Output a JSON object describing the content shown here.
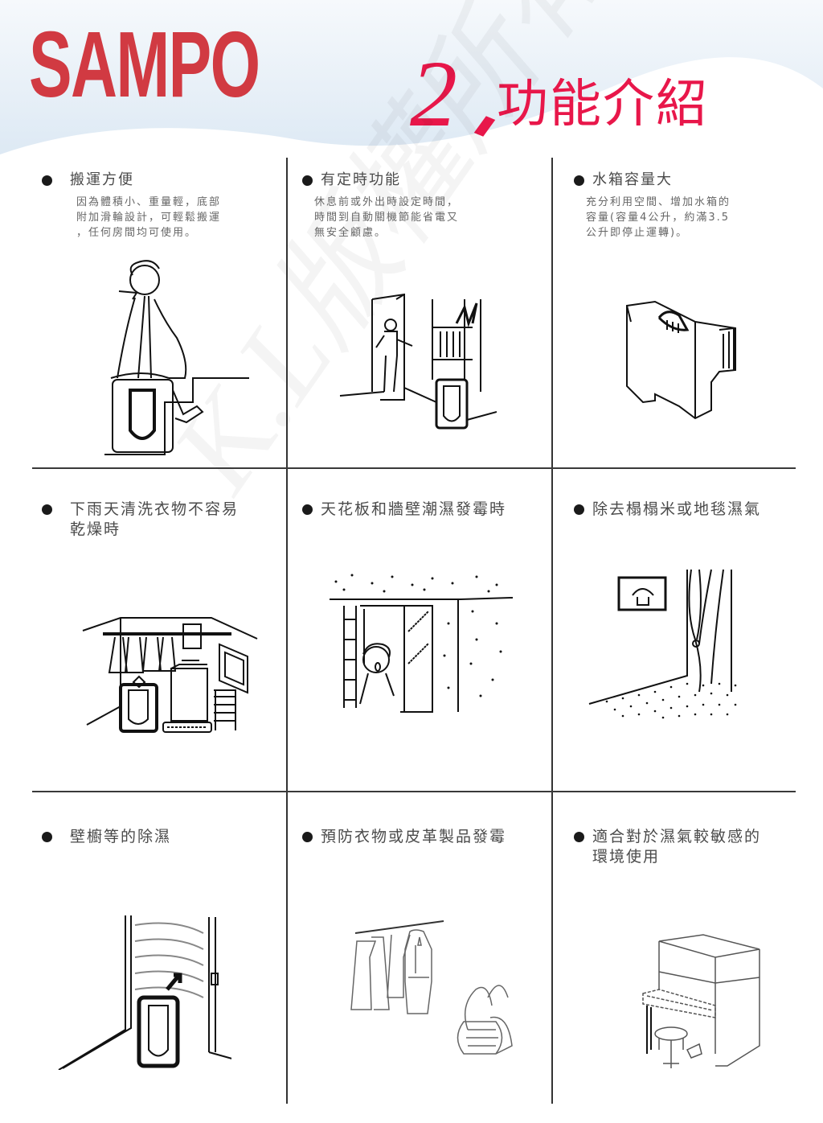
{
  "header": {
    "brand": "SAMPO",
    "section_number": "2",
    "section_title": "功能介紹",
    "colors": {
      "brand": "#d13a42",
      "title": "#e8174a",
      "wave": "#e6eff7"
    }
  },
  "watermark": "K.L版權所有",
  "features": [
    {
      "title": "搬運方便",
      "desc": "因為體積小、重量輕，底部\n附加滑輪設計，可輕鬆搬運\n，任何房間均可使用。",
      "illustration": "woman-carrying-dehumidifier-upstairs"
    },
    {
      "title": "有定時功能",
      "desc": "休息前或外出時設定時間，\n時間到自動關機節能省電又\n無安全顧慮。",
      "illustration": "man-at-door-with-dehumidifier"
    },
    {
      "title": "水箱容量大",
      "desc": "充分利用空間、增加水箱的\n容量(容量4公升，約滿3.5\n公升即停止運轉)。",
      "illustration": "water-tank"
    },
    {
      "title": "下雨天清洗衣物不容易\n乾燥時",
      "desc": "",
      "illustration": "laundry-room"
    },
    {
      "title": "天花板和牆壁潮濕發霉時",
      "desc": "",
      "illustration": "moldy-wall-window"
    },
    {
      "title": "除去榻榻米或地毯濕氣",
      "desc": "",
      "illustration": "carpet-corner"
    },
    {
      "title": "壁櫥等的除濕",
      "desc": "",
      "illustration": "closet-dehumidifier"
    },
    {
      "title": "預防衣物或皮革製品發霉",
      "desc": "",
      "illustration": "clothes-and-bags"
    },
    {
      "title": "適合對於濕氣較敏感的\n環境使用",
      "desc": "",
      "illustration": "piano"
    }
  ]
}
